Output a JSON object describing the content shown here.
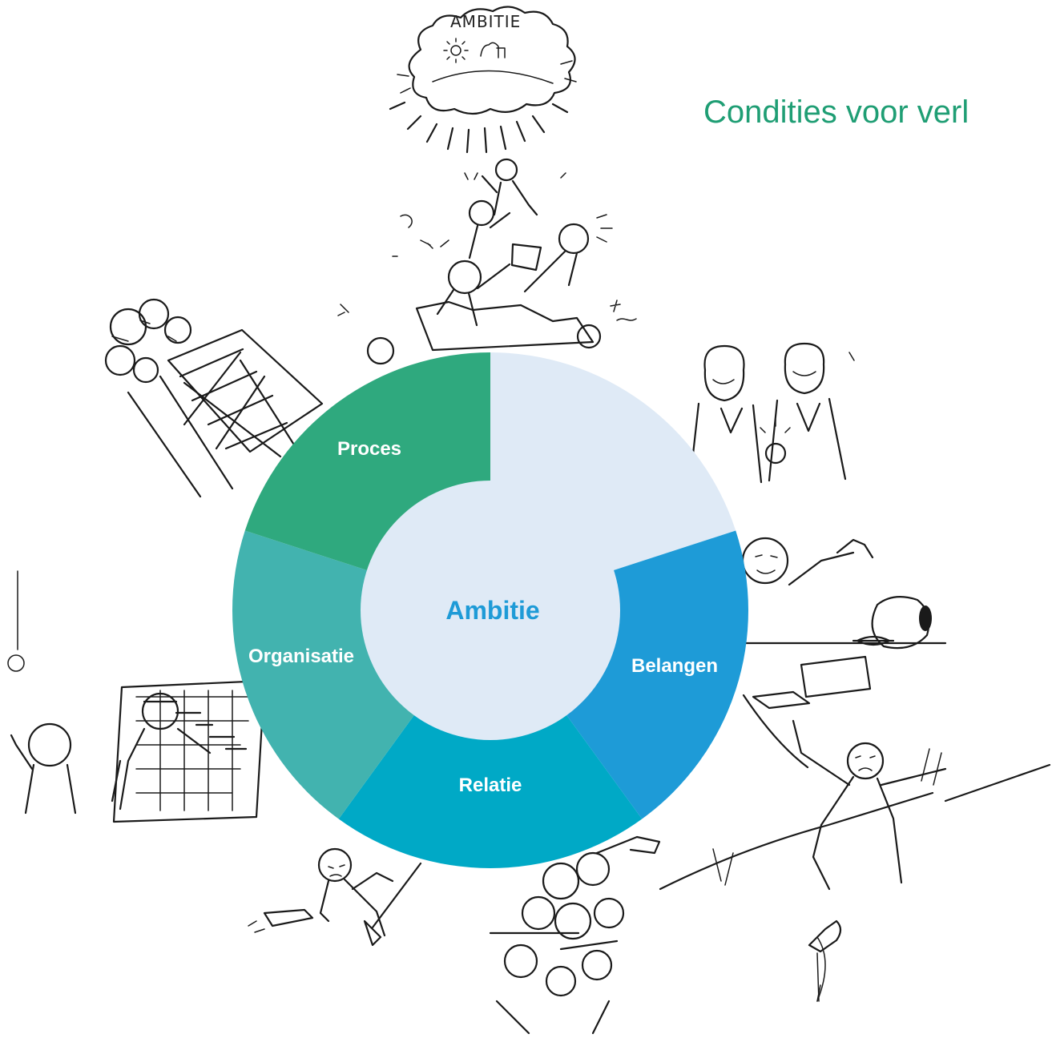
{
  "title": "Condities voor verl",
  "center": {
    "label": "Ambitie",
    "color": "#1e9bd7",
    "fill": "#dfeaf6"
  },
  "segments": [
    {
      "label": "",
      "color": "#dfeaf6"
    },
    {
      "label": "Belangen",
      "color": "#1e9bd7"
    },
    {
      "label": "Relatie",
      "color": "#00a9c6"
    },
    {
      "label": "Organisatie",
      "color": "#42b3af"
    },
    {
      "label": "Proces",
      "color": "#2fa97e"
    }
  ],
  "illustrations": {
    "cloud_word": "AMBITIE"
  }
}
